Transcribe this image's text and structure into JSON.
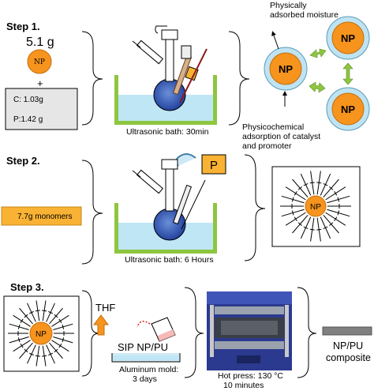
{
  "steps": {
    "step1": {
      "label": "Step 1.",
      "np_mass": "5.1 g",
      "np_label": "NP",
      "plus": "+",
      "c_mass": "C: 1.03g",
      "p_mass": "P:1.42 g",
      "bath_caption": "Ultrasonic bath: 30min",
      "moisture_label_line1": "Physically",
      "moisture_label_line2": "adsorbed moisture",
      "adsorption_line1": "Physicochemical",
      "adsorption_line2": "adsorption of catalyst",
      "adsorption_line3": "and promoter"
    },
    "step2": {
      "label": "Step 2.",
      "monomers": "7.7g monomers",
      "p_box": "P",
      "bath_caption": "Ultrasonic bath: 6 Hours",
      "np_label": "NP"
    },
    "step3": {
      "label": "Step 3.",
      "np_label": "NP",
      "thf": "THF",
      "sip": "SIP NP/PU",
      "mold_line1": "Aluminum mold:",
      "mold_line2": "3 days",
      "press_line1": "Hot press: 130 °C",
      "press_line2": "10 minutes",
      "composite_line1": "NP/PU",
      "composite_line2": "composite"
    }
  },
  "colors": {
    "np_orange": "#F7941D",
    "np_ring": "#BFE3F2",
    "monomer_box": "#F9B233",
    "p_box": "#F9B233",
    "bath_green": "#8DC63F",
    "water_blue": "#BFE6F5",
    "arrow_green": "#8DC63F",
    "gray_box": "#E6E6E6"
  }
}
